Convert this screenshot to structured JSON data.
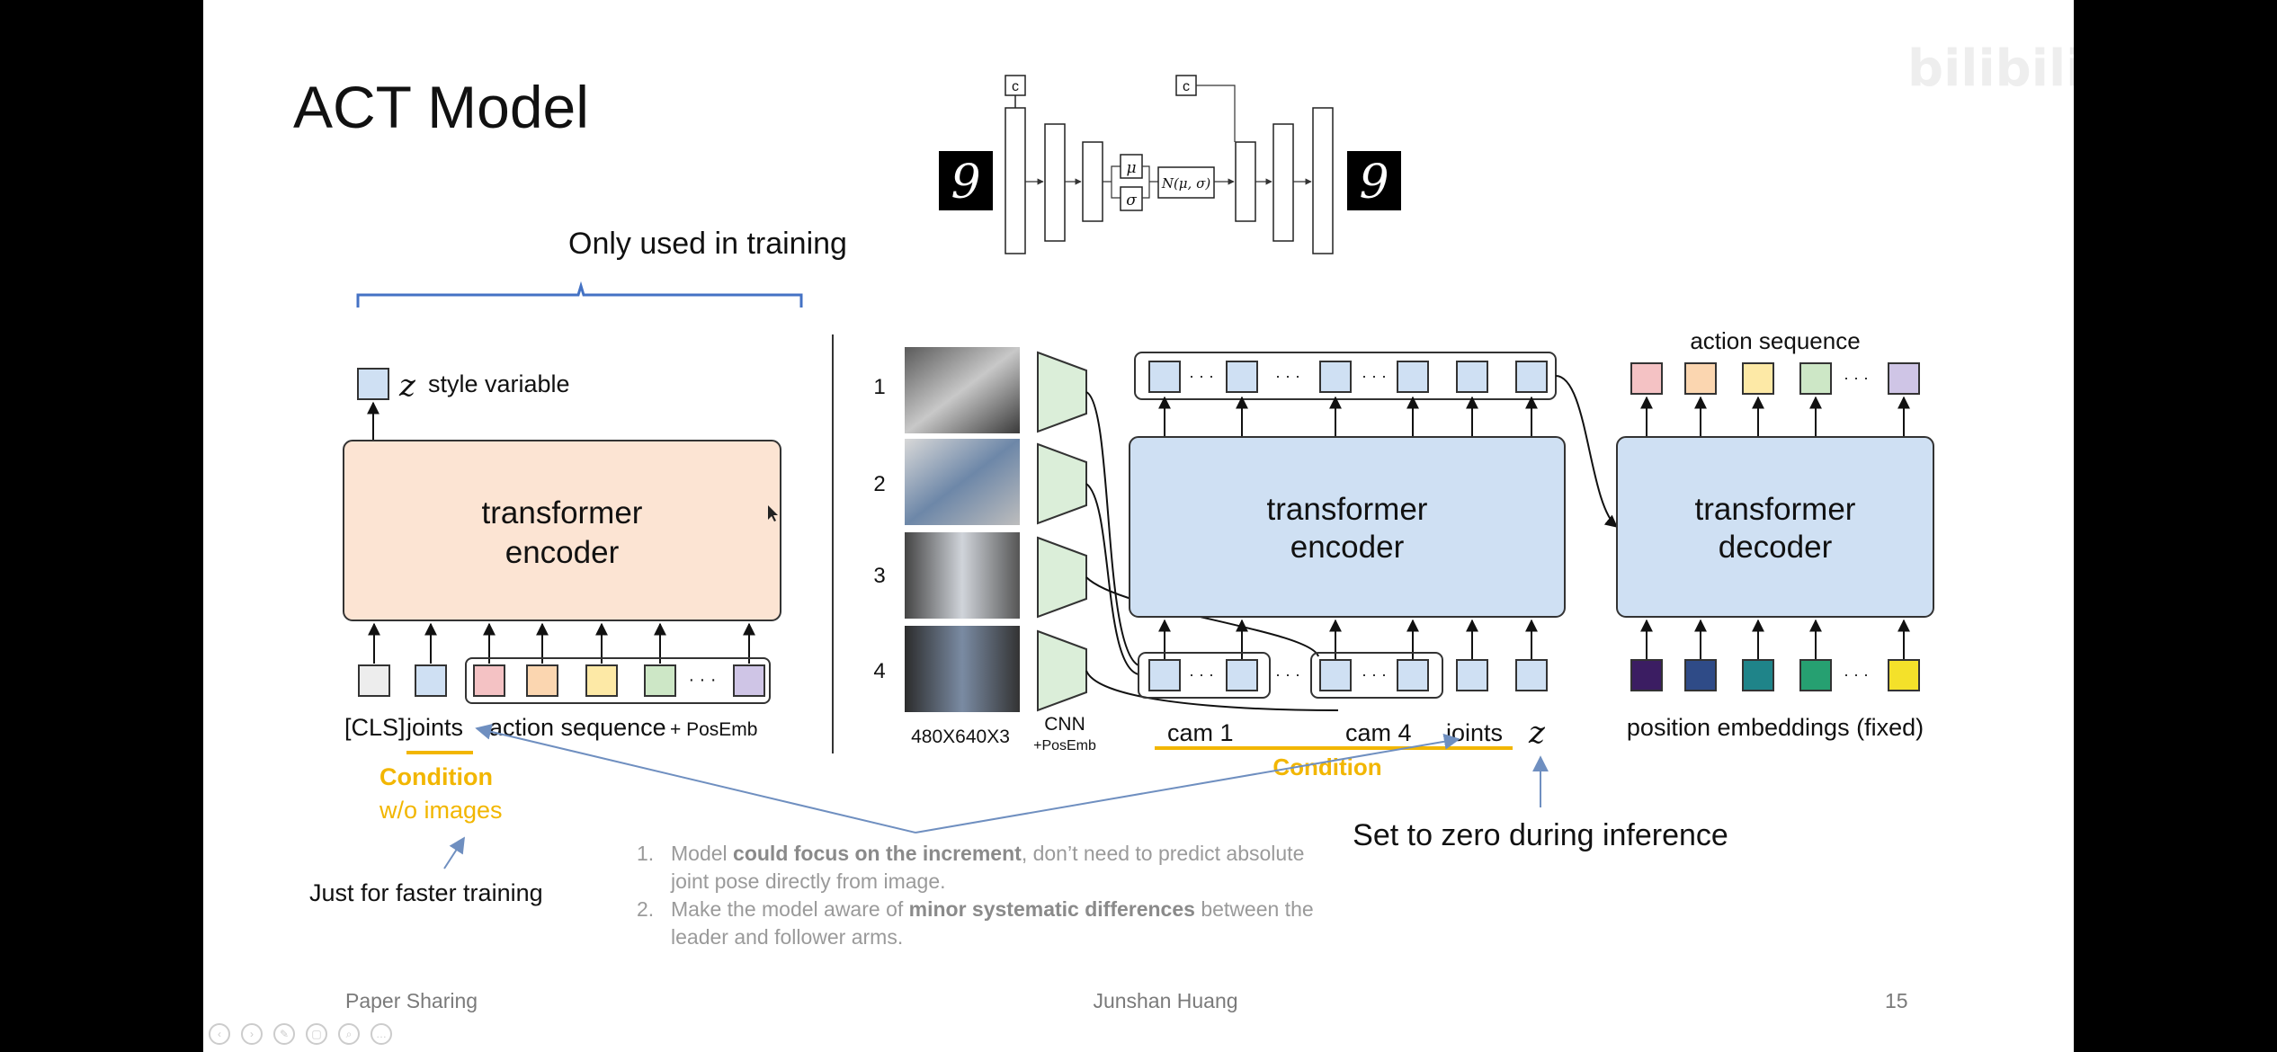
{
  "slide": {
    "title": "ACT Model",
    "training_label": "Only used in training",
    "page_number": "15"
  },
  "left_encoder": {
    "z_symbol": "z",
    "z_label": "style variable",
    "block_line1": "transformer",
    "block_line2": "encoder",
    "cls_label": "[CLS]",
    "joints_label": "joints",
    "action_seq_label": "action sequence",
    "posemb_label": "+ PosEmb",
    "dots": "· · ·"
  },
  "condition_left": {
    "line1": "Condition",
    "line2": "w/o images"
  },
  "faster_training": "Just for faster training",
  "cameras": {
    "indices": [
      "1",
      "2",
      "3",
      "4"
    ],
    "size_label": "480X640X3",
    "cnn_label": "CNN",
    "cnn_sub": "+PosEmb"
  },
  "right_encoder": {
    "block_line1": "transformer",
    "block_line2": "encoder",
    "cam1": "cam 1",
    "cam4": "cam 4",
    "joints": "joints",
    "z_symbol": "z",
    "condition": "Condition",
    "dots": "· · ·"
  },
  "decoder": {
    "block_line1": "transformer",
    "block_line2": "decoder",
    "top_label": "action sequence",
    "bottom_label": "position embeddings (fixed)",
    "dots": "· · ·"
  },
  "set_zero": "Set to zero during inference",
  "vae": {
    "c": "c",
    "mu": "μ",
    "sigma": "σ",
    "normal": "N(μ, σ)",
    "digit": "9"
  },
  "notes": [
    {
      "num": "1.",
      "before": "Model ",
      "bold": "could focus on the increment",
      "after": ", don’t need to predict absolute joint pose directly from image."
    },
    {
      "num": "2.",
      "before": "Make the model aware of ",
      "bold": "minor systematic differences",
      "after": " between the leader and follower arms."
    }
  ],
  "footer": {
    "left": "Paper Sharing",
    "center": "Junshan Huang",
    "right": "15"
  },
  "watermark": "bilibili",
  "colors": {
    "encoder_left": "#fce4d3",
    "encoder_right": "#cfe0f3",
    "token_blue": "#cfe0f3",
    "condition": "#f2b600",
    "arrow_blue": "#6f8fc0",
    "brace": "#4472c4",
    "cnn": "#dbeed9",
    "action_colors": [
      "#f4c2c4",
      "#fbd6b0",
      "#fde9a6",
      "#cde7c6",
      "#cfc5e6"
    ],
    "posemb_colors": [
      "#3b1d62",
      "#2f4b87",
      "#1f8489",
      "#26a071",
      "#f4e12a"
    ],
    "left_action_colors": [
      "#f4c2c4",
      "#fbd6b0",
      "#fde9a6",
      "#cde7c6",
      "#cfc5e6"
    ]
  }
}
